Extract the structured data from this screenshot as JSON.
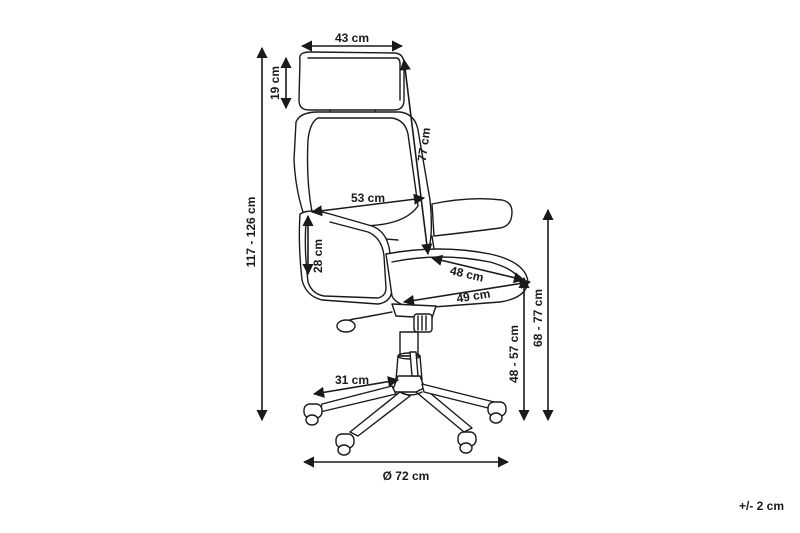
{
  "dimensions": {
    "headrest_width": "43 cm",
    "headrest_height": "19 cm",
    "backrest_height": "77 cm",
    "total_height": "117 - 126 cm",
    "backrest_width": "53 cm",
    "armrest_height": "28 cm",
    "seat_depth": "48 cm",
    "seat_width": "49 cm",
    "seat_height": "48 - 57 cm",
    "armrest_floor_height": "68 - 77 cm",
    "leg_length": "31 cm",
    "base_diameter": "Ø 72 cm"
  },
  "tolerance": "+/- 2 cm"
}
